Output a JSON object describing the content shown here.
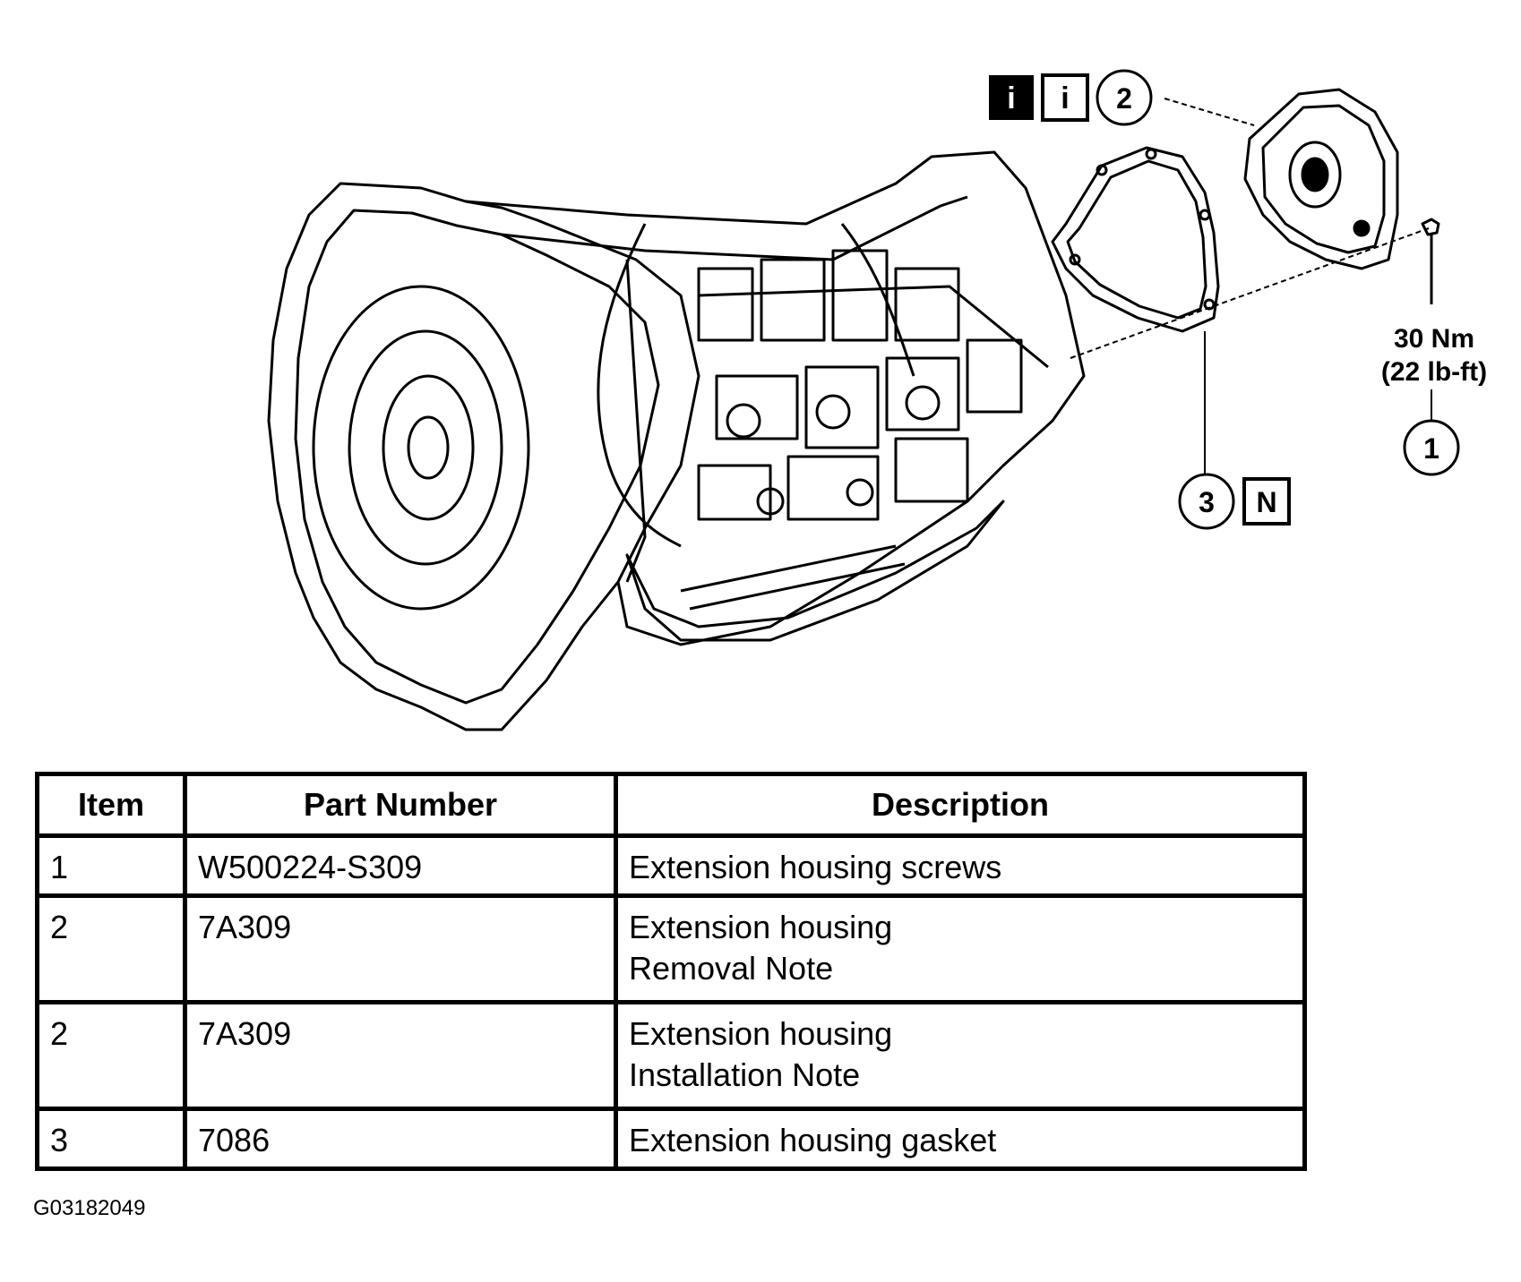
{
  "callouts": {
    "c1": "1",
    "c2": "2",
    "c3": "3",
    "info_icon_1": "i",
    "info_icon_2": "i",
    "note_icon": "N"
  },
  "torque": {
    "metric": "30 Nm",
    "imperial": "(22 lb-ft)"
  },
  "table": {
    "headers": [
      "Item",
      "Part Number",
      "Description"
    ],
    "rows": [
      {
        "item": "1",
        "part": "W500224-S309",
        "desc": [
          "Extension housing screws"
        ]
      },
      {
        "item": "2",
        "part": "7A309",
        "desc": [
          "Extension housing",
          "Removal Note"
        ]
      },
      {
        "item": "2",
        "part": "7A309",
        "desc": [
          "Extension housing",
          "Installation Note"
        ]
      },
      {
        "item": "3",
        "part": "7086",
        "desc": [
          "Extension housing gasket"
        ]
      }
    ]
  },
  "figure_id": "G03182049"
}
